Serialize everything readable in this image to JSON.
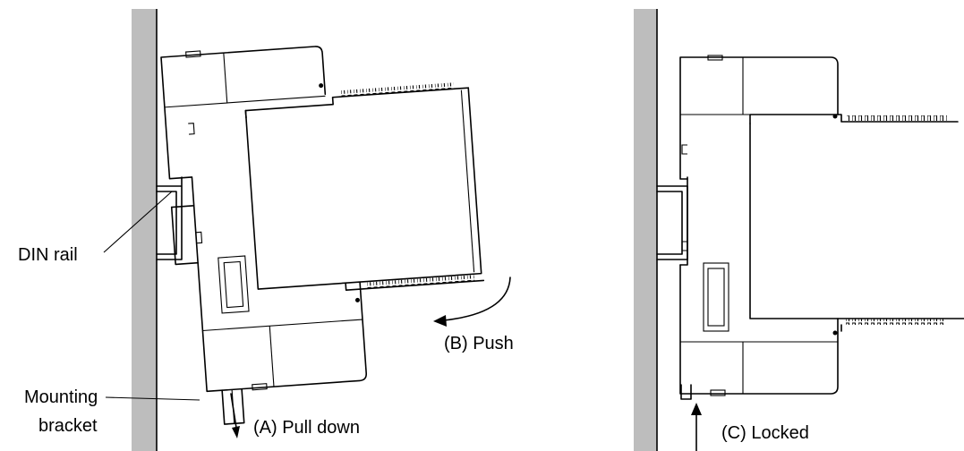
{
  "labels": {
    "din_rail": "DIN rail",
    "mounting_bracket_line1": "Mounting",
    "mounting_bracket_line2": "bracket",
    "pull_down": "(A) Pull down",
    "push": "(B) Push",
    "locked": "(C) Locked"
  },
  "colors": {
    "wall": "#bdbdbd",
    "line": "#000000",
    "background": "#ffffff"
  }
}
